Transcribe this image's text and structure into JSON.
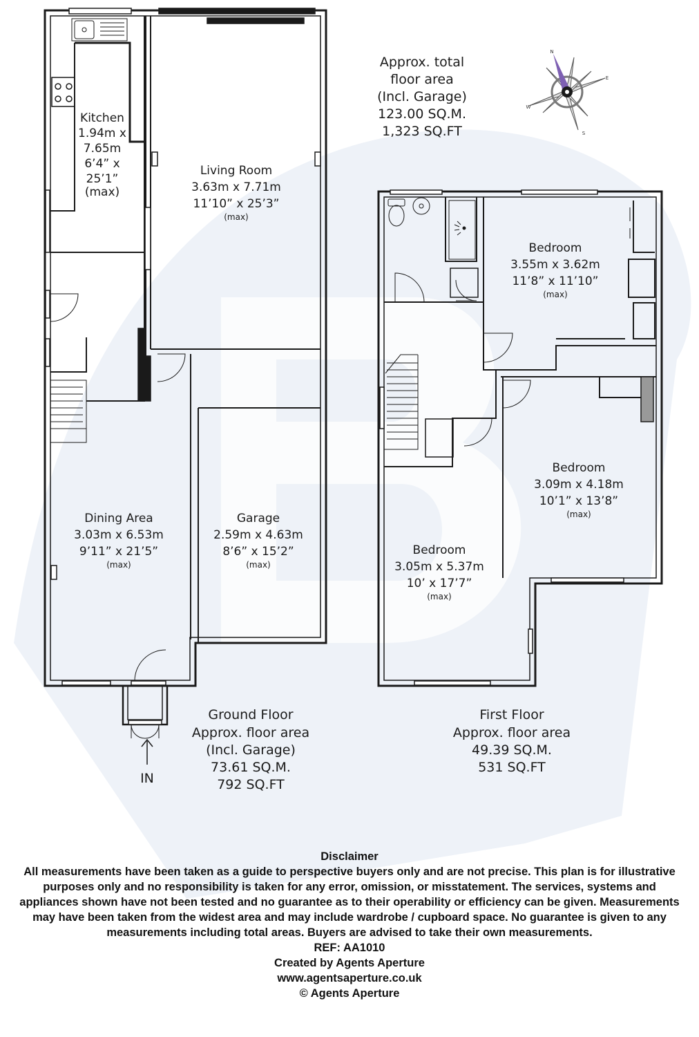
{
  "total_area": {
    "lines": [
      "Approx. total",
      "floor area",
      "(Incl. Garage)",
      "123.00 SQ.M.",
      "1,323 SQ.FT"
    ]
  },
  "compass": {
    "north": "N",
    "east": "E",
    "south": "S",
    "west": "W"
  },
  "ground_floor": {
    "rooms": {
      "kitchen": {
        "name": "Kitchen",
        "dims": [
          "1.94m x",
          "7.65m",
          "6’4” x",
          "25’1”",
          "(max)"
        ]
      },
      "living": {
        "name": "Living Room",
        "metric": "3.63m x 7.71m",
        "imperial": "11’10” x 25’3”",
        "note": "(max)"
      },
      "dining": {
        "name": "Dining Area",
        "metric": "3.03m x 6.53m",
        "imperial": "9’11” x 21’5”",
        "note": "(max)"
      },
      "garage": {
        "name": "Garage",
        "metric": "2.59m x 4.63m",
        "imperial": "8’6” x 15’2”",
        "note": "(max)"
      }
    },
    "entrance": "IN",
    "area_lines": [
      "Ground Floor",
      "Approx. floor area",
      "(Incl. Garage)",
      "73.61 SQ.M.",
      "792 SQ.FT"
    ]
  },
  "first_floor": {
    "rooms": {
      "bed1": {
        "name": "Bedroom",
        "metric": "3.55m x 3.62m",
        "imperial": "11’8” x 11’10”",
        "note": "(max)"
      },
      "bed2": {
        "name": "Bedroom",
        "metric": "3.09m x 4.18m",
        "imperial": "10’1” x 13’8”",
        "note": "(max)"
      },
      "bed3": {
        "name": "Bedroom",
        "metric": "3.05m x 5.37m",
        "imperial": "10’ x 17’7”",
        "note": "(max)"
      }
    },
    "area_lines": [
      "First Floor",
      "Approx. floor area",
      "49.39 SQ.M.",
      "531 SQ.FT"
    ]
  },
  "disclaimer": {
    "title": "Disclaimer",
    "body": "All measurements have been taken as a guide to perspective buyers only and are not precise. This plan is for illustrative purposes only and no responsibility is taken for any error, omission, or misstatement. The services, systems and appliances shown have not been tested and no guarantee as to their operability or efficiency can be given. Measurements may have been taken from the widest area and may include wardrobe / cupboard space. No guarantee is given to any measurements including total areas. Buyers are advised to take their own measurements.",
    "ref": "REF: AA1010",
    "created_by": "Created by Agents Aperture",
    "website": "www.agentsaperture.co.uk",
    "copyright": "© Agents Aperture"
  },
  "colors": {
    "wall": "#1a1a1a",
    "watermark": "#eef2f8",
    "compass_arrow": "#6b4fa0"
  }
}
